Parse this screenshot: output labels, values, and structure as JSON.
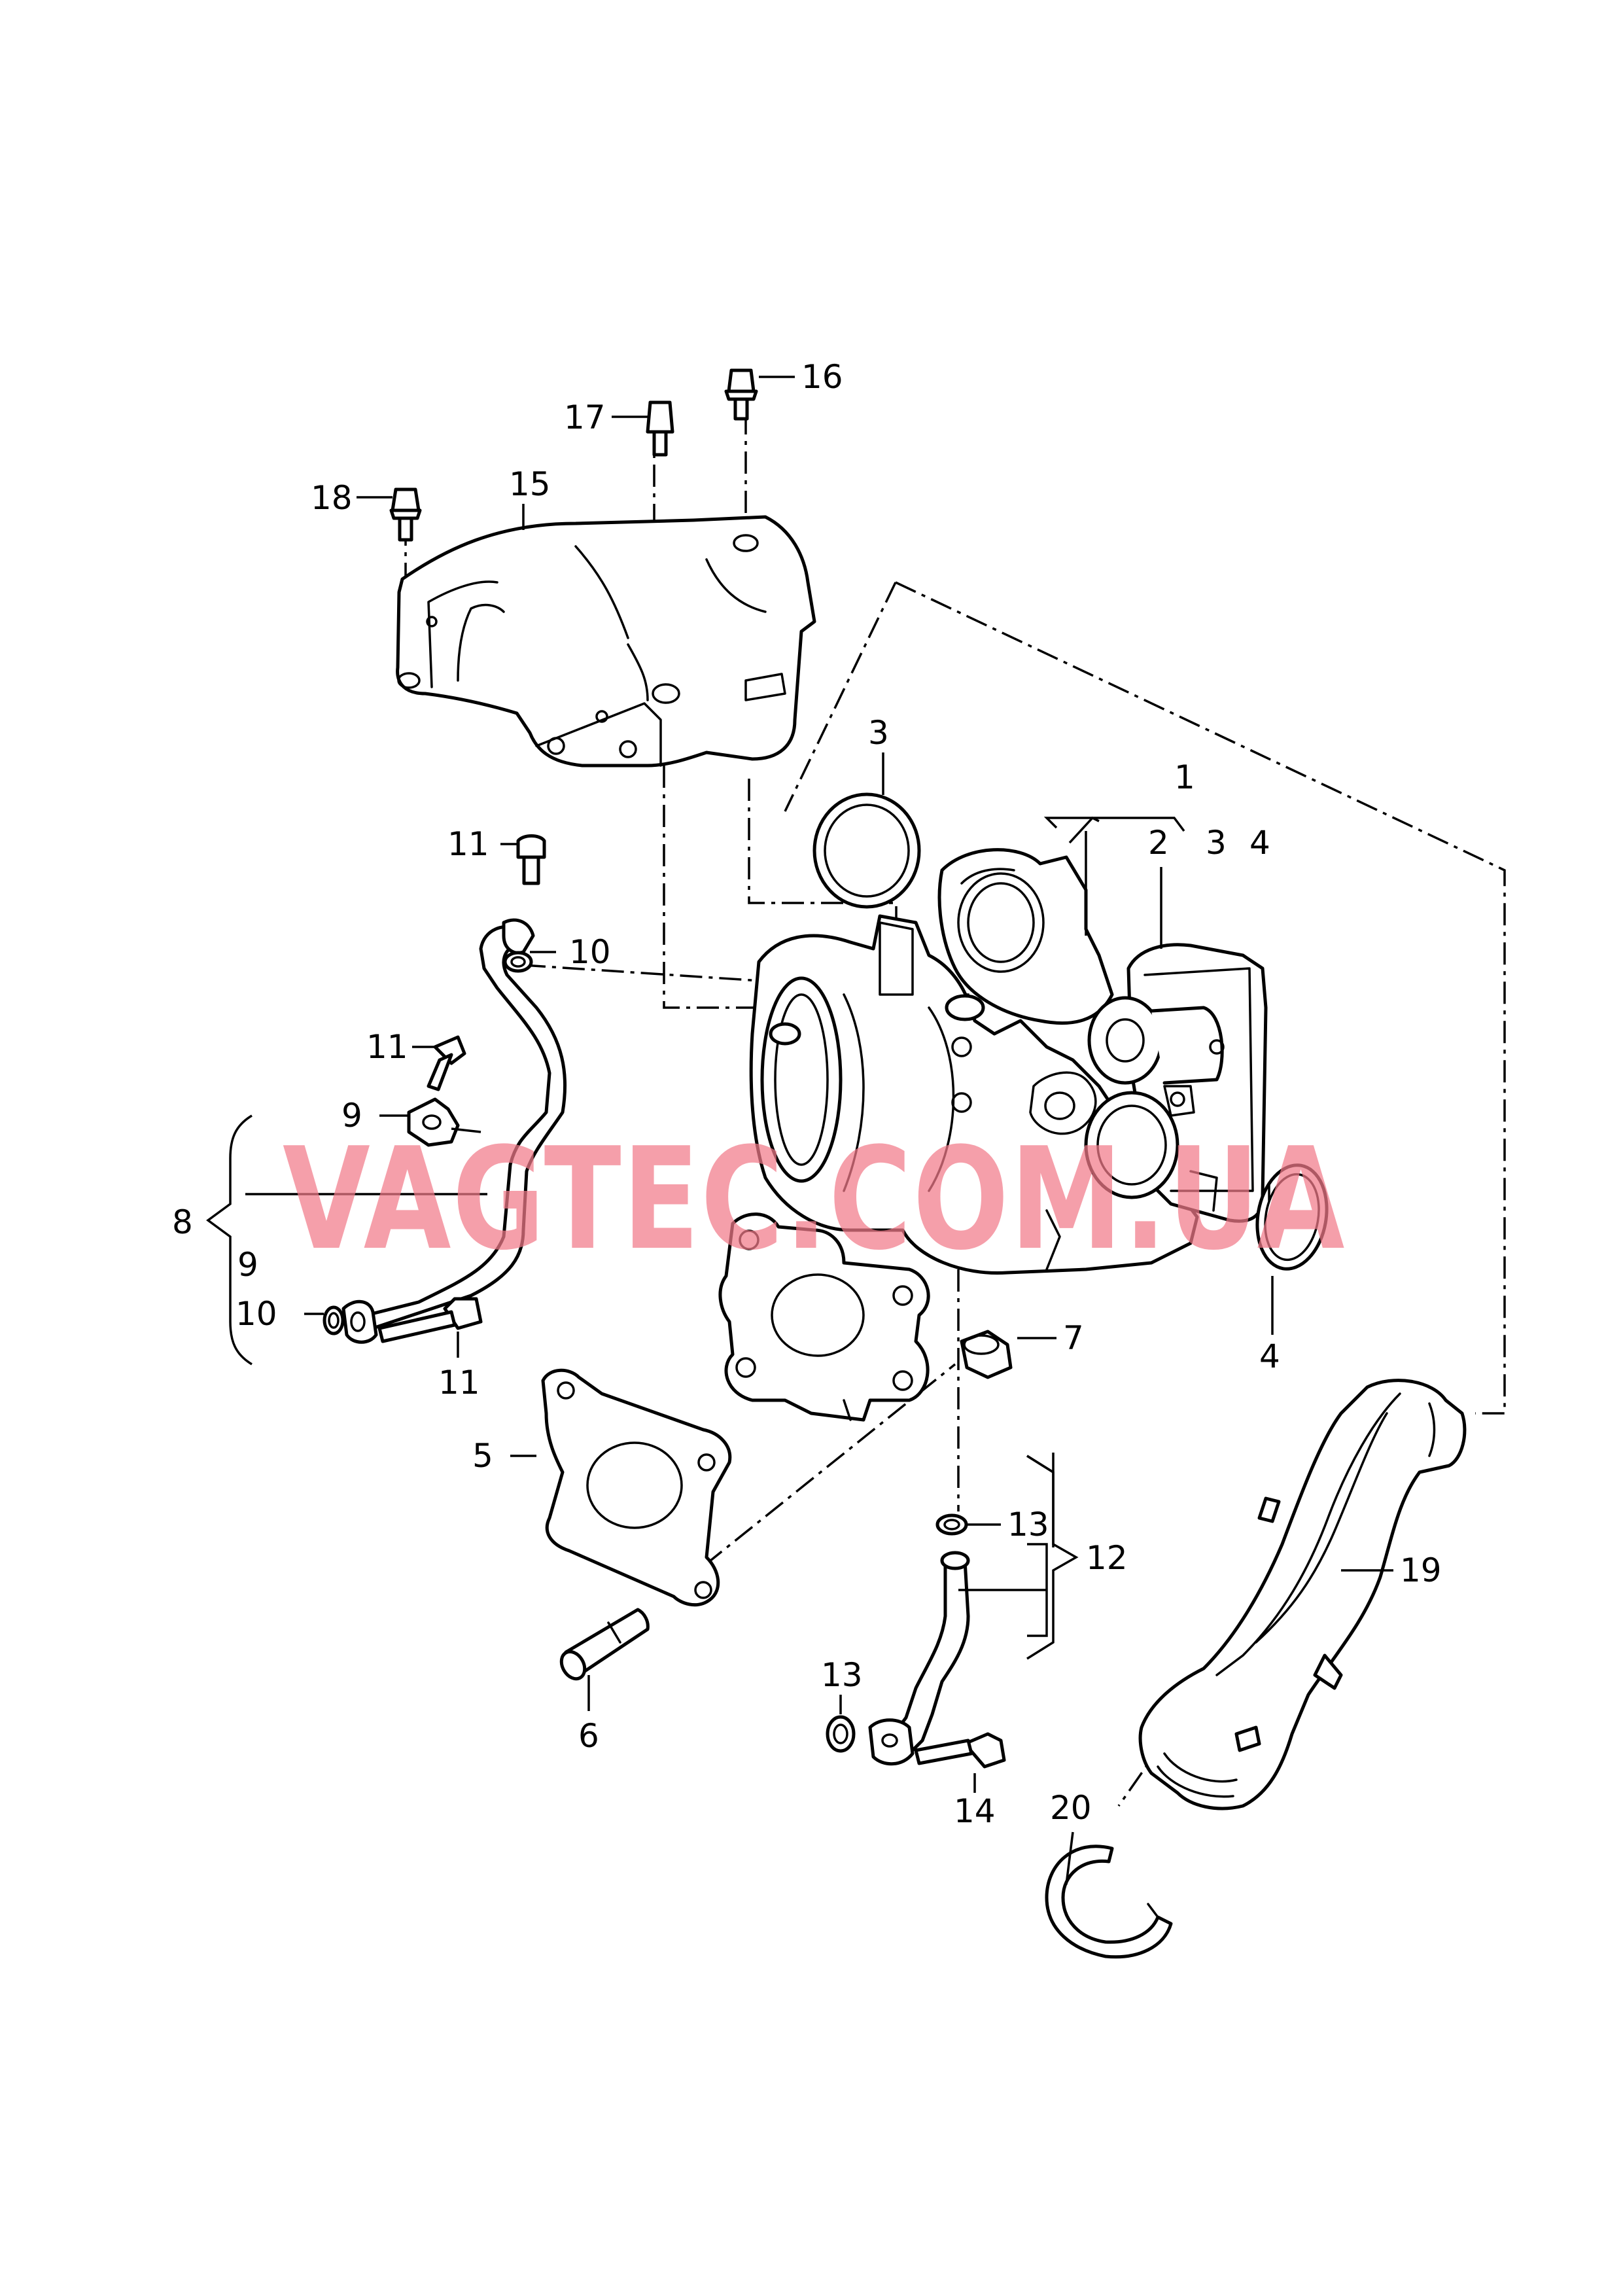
{
  "watermark": "VAGTEC.COM.UA",
  "callouts": {
    "c1": "1",
    "c2": "2",
    "c3a": "3",
    "c3b": "3",
    "c4a": "4",
    "c4b": "4",
    "c5": "5",
    "c6": "6",
    "c7": "7",
    "c8": "8",
    "c9a": "9",
    "c9b": "9",
    "c10a": "10",
    "c10b": "10",
    "c11a": "11",
    "c11b": "11",
    "c11c": "11",
    "c12": "12",
    "c13a": "13",
    "c13b": "13",
    "c14": "14",
    "c15": "15",
    "c16": "16",
    "c17": "17",
    "c18": "18",
    "c19": "19",
    "c20": "20"
  }
}
